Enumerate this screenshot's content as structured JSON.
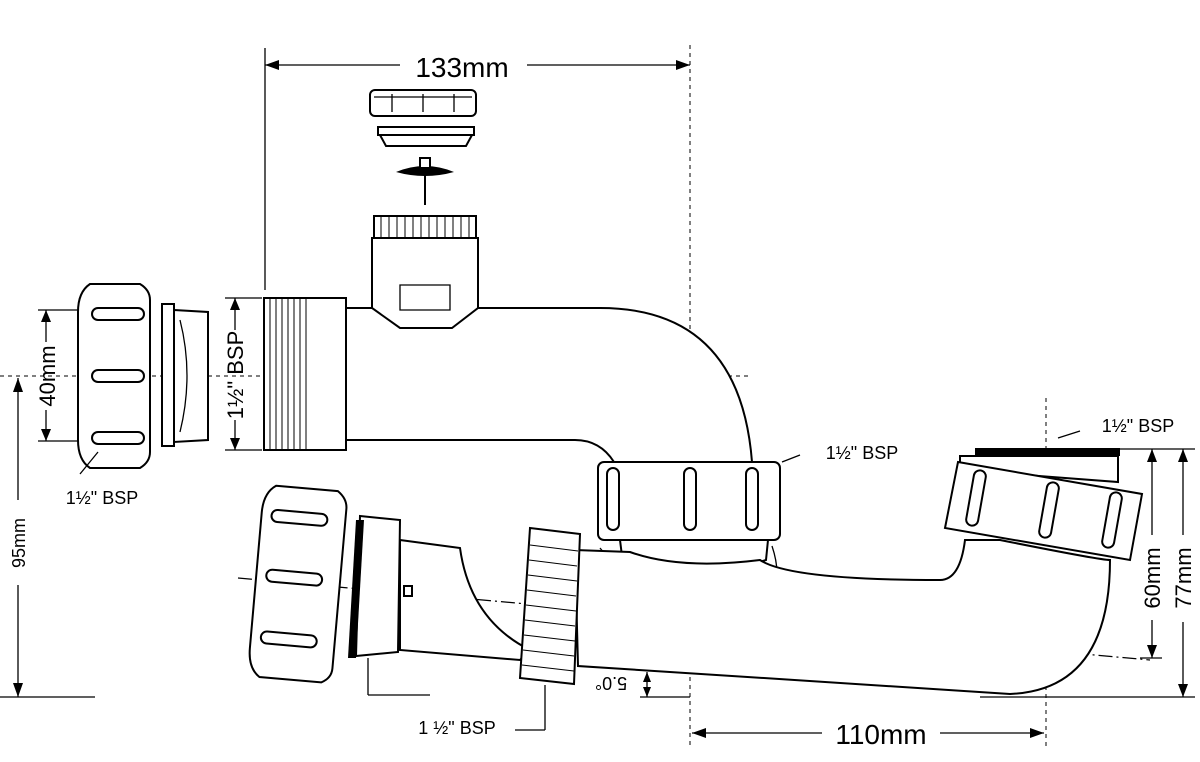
{
  "dimensions": {
    "top_width": "133mm",
    "bottom_width": "110mm",
    "nut_height": "40mm",
    "overall_height": "95mm",
    "outlet_height": "60mm",
    "outlet_total_height": "77mm",
    "angle": "5.0°"
  },
  "thread_labels": {
    "inlet_thread": "1½\" BSP",
    "left_nut": "1½\" BSP",
    "center_nut": "1½\" BSP",
    "right_outlet": "1½\" BSP",
    "lower_nut": "1 ½\" BSP"
  }
}
